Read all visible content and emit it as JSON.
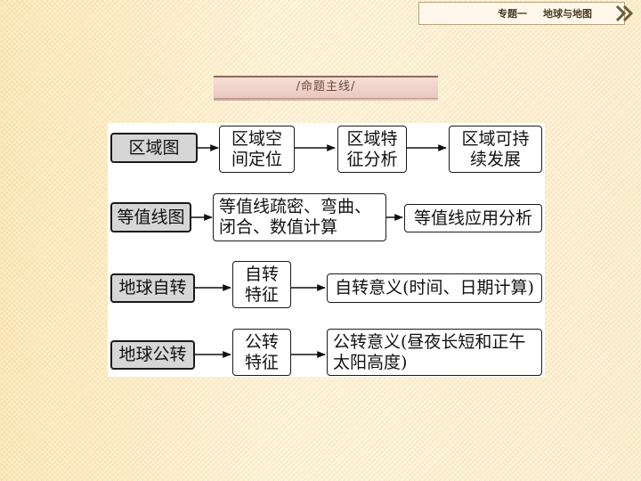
{
  "header": {
    "topic": "专题一",
    "title": "地球与地图",
    "nav_icon": "double-chevron-right-icon"
  },
  "banner": {
    "text": "/命题主线/"
  },
  "rows": [
    {
      "source": "区域图",
      "steps": [
        "区域空\n间定位",
        "区域特\n征分析",
        "区域可持\n续发展"
      ]
    },
    {
      "source": "等值线图",
      "steps": [
        "等值线疏密、弯曲、\n闭合、数值计算",
        "等值线应用分析"
      ]
    },
    {
      "source": "地球自转",
      "steps": [
        "自转\n特征",
        "自转意义(时间、日期计算)"
      ]
    },
    {
      "source": "地球公转",
      "steps": [
        "公转\n特征",
        "公转意义(昼夜长短和正午\n太阳高度)"
      ]
    }
  ]
}
